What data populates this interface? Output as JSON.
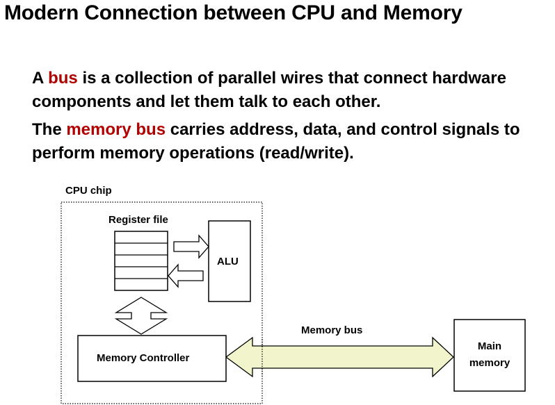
{
  "slide": {
    "title": "Modern Connection between CPU and Memory",
    "bullet1": {
      "prefix": "A ",
      "highlight": "bus",
      "rest": " is a collection of parallel wires that connect hardware components and let them talk to each other."
    },
    "bullet2": {
      "prefix": "The ",
      "highlight": "memory bus",
      "rest": " carries address, data, and control signals to perform memory operations (read/write)."
    },
    "highlight_color": "#b00000"
  },
  "diagram": {
    "cpu_chip_label": "CPU chip",
    "register_file_label": "Register file",
    "alu_label": "ALU",
    "memory_controller_label": "Memory Controller",
    "memory_bus_label": "Memory bus",
    "main_memory_line1": "Main",
    "main_memory_line2": "memory",
    "bus_fill_color": "#f2f5cc"
  }
}
